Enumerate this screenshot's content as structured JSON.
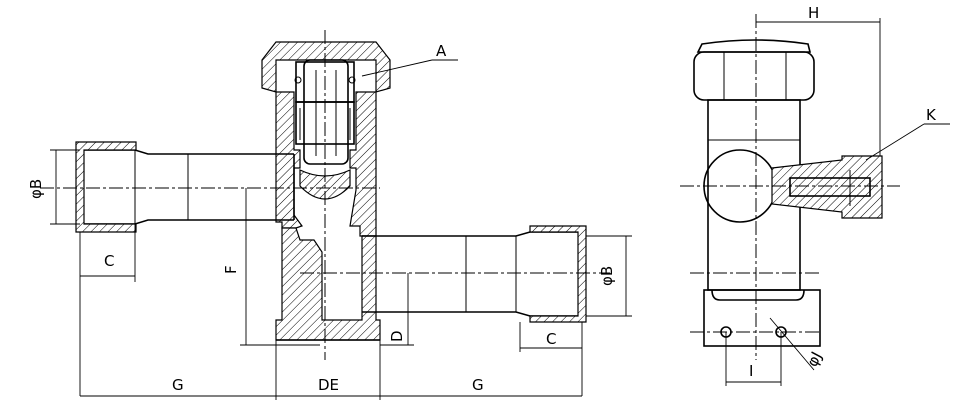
{
  "labels": {
    "A": "A",
    "H": "H",
    "K": "K",
    "phiB": "φB",
    "C": "C",
    "F": "F",
    "D": "D",
    "DE": "DE",
    "G": "G",
    "I": "I",
    "phiJ": "φJ"
  }
}
